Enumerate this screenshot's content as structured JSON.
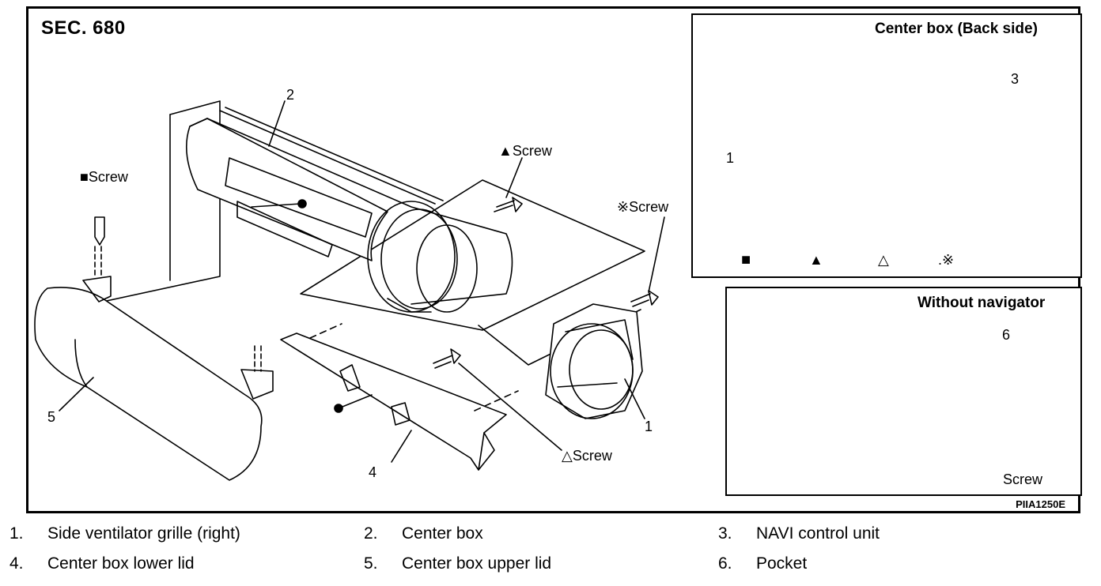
{
  "section": "SEC. 680",
  "inset_back": {
    "title": "Center box (Back side)",
    "callouts": [
      "1",
      "3"
    ],
    "symbol_legend": [
      "■",
      "▲",
      "△",
      ".※"
    ]
  },
  "inset_nav": {
    "title": "Without navigator",
    "callout": "6",
    "screw_label": "Screw"
  },
  "main_labels": {
    "screw_square": "■Screw",
    "screw_triangle_filled": "▲Screw",
    "screw_ref": "※Screw",
    "screw_triangle_open": "△Screw",
    "callouts": [
      "2",
      "5",
      "4",
      "1"
    ]
  },
  "figure_code": "PIIA1250E",
  "legend": [
    {
      "num": "1.",
      "text": "Side ventilator grille (right)"
    },
    {
      "num": "2.",
      "text": "Center box"
    },
    {
      "num": "3.",
      "text": "NAVI control unit"
    },
    {
      "num": "4.",
      "text": "Center box lower lid"
    },
    {
      "num": "5.",
      "text": "Center box upper lid"
    },
    {
      "num": "6.",
      "text": "Pocket"
    }
  ]
}
